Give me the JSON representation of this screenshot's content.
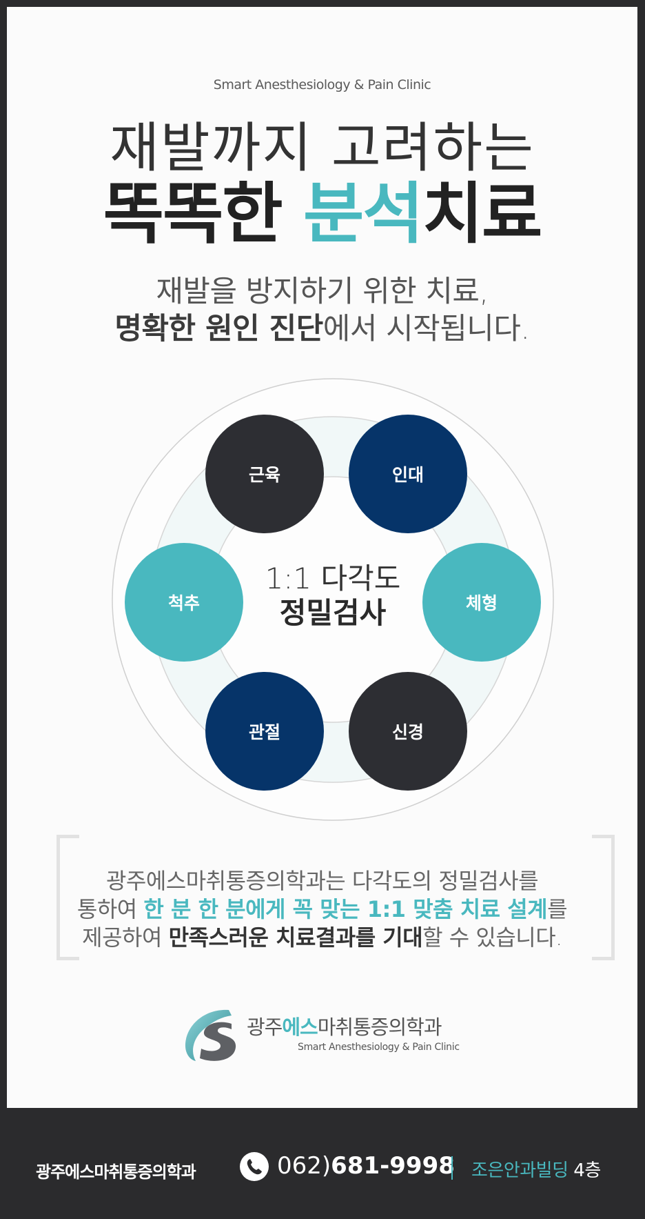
{
  "header": {
    "eng_sub": "Smart Anesthesiology & Pain Clinic",
    "title_line1": "재발까지 고려하는",
    "title_line2_a": "똑똑한 ",
    "title_line2_accent": "분석",
    "title_line2_b": "치료"
  },
  "description": {
    "line1": "재발을 방지하기 위한 치료,",
    "line2_bold": "명확한 원인 진단",
    "line2_rest": "에서 시작됩니다."
  },
  "diagram": {
    "center_line1": "1:1 다각도",
    "center_line2": "정밀검사",
    "nodes": [
      {
        "label": "근육",
        "color": "#2d2e33"
      },
      {
        "label": "인대",
        "color": "#063469"
      },
      {
        "label": "체형",
        "color": "#49b8bf"
      },
      {
        "label": "신경",
        "color": "#2d2e33"
      },
      {
        "label": "관절",
        "color": "#063469"
      },
      {
        "label": "척추",
        "color": "#49b8bf"
      }
    ]
  },
  "paragraph": {
    "l1": "광주에스마취통증의학과는 다각도의 정밀검사를",
    "l2_a": "통하여 ",
    "l2_teal": "한 분 한 분에게 꼭 맞는 1:1 맞춤 치료 설계",
    "l2_b": "를",
    "l3_a": "제공하여 ",
    "l3_dark": "만족스러운 치료결과를 기대",
    "l3_b": "할 수 있습니다."
  },
  "logo": {
    "kor_a": "광주",
    "kor_teal": "에스",
    "kor_b": "마취통증의학과",
    "eng": "Smart Anesthesiology & Pain Clinic"
  },
  "footer": {
    "clinic_name": "광주에스마취통증의학과",
    "phone_prefix": "062)",
    "phone_number": "681-9998",
    "address_teal": "조은안과빌딩",
    "address_white": " 4층"
  },
  "colors": {
    "accent": "#49b8bf",
    "navy": "#063469",
    "dark": "#2d2e33",
    "footer_bg": "#2b2b2d"
  }
}
